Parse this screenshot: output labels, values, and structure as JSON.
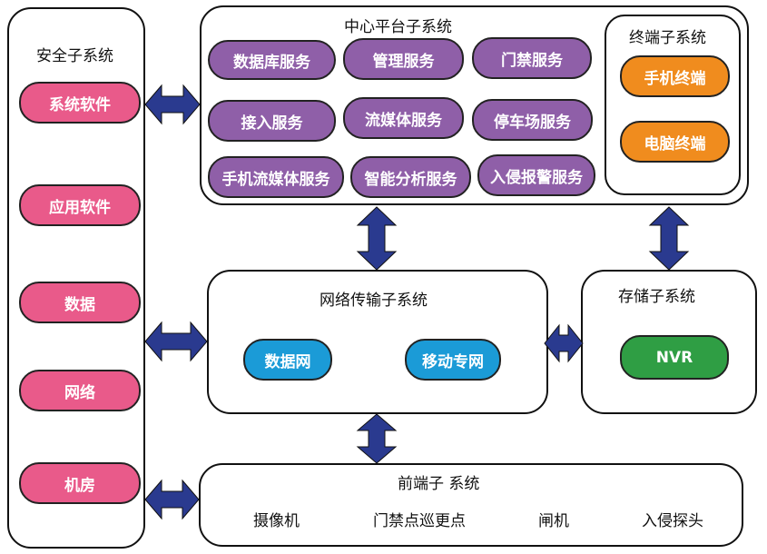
{
  "security": {
    "title": "安全子系统",
    "items": [
      "系统软件",
      "应用软件",
      "数据",
      "网络",
      "机房"
    ]
  },
  "center": {
    "title": "中心平台子系统",
    "services": [
      "数据库服务",
      "管理服务",
      "门禁服务",
      "接入服务",
      "流媒体服务",
      "停车场服务",
      "手机流媒体服务",
      "智能分析服务",
      "入侵报警服务"
    ]
  },
  "terminal": {
    "title": "终端子系统",
    "items": [
      "手机终端",
      "电脑终端"
    ]
  },
  "network": {
    "title": "网络传输子系统",
    "items": [
      "数据网",
      "移动专网"
    ]
  },
  "storage": {
    "title": "存储子系统",
    "items": [
      "NVR"
    ]
  },
  "frontend": {
    "title": "前端子 系统",
    "items": [
      "摄像机",
      "门禁点巡更点",
      "闸机",
      "入侵探头"
    ]
  },
  "colors": {
    "security_pill": "#e95a8a",
    "service_pill": "#8f5fa8",
    "terminal_pill": "#f08c1e",
    "network_pill": "#1b9bd7",
    "storage_pill": "#2f9e44",
    "arrow": "#2a3a8f"
  }
}
